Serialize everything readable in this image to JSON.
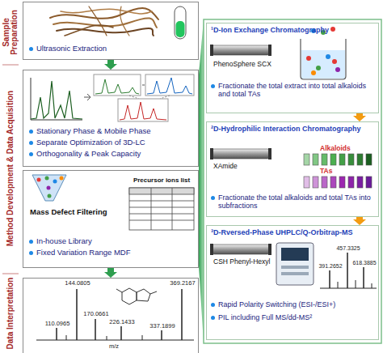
{
  "diagram": {
    "nodes": [
      {
        "text": [
          "Ultrasonic Extraction"
        ]
      },
      {
        "text": [
          "Stationary Phase & Mobile Phase",
          "Separate Optimization of 3D-LC",
          "Orthogonality & Peak Capacity"
        ]
      },
      {
        "text": [
          "Mass Defect Filtering",
          "In-house Library",
          "Fixed Variation Range MDF"
        ]
      },
      {
        "text": [
          "144.0805",
          "369.2167",
          "170.0661",
          "226.1433",
          "110.0965",
          "337.1899",
          "m/z"
        ]
      },
      {
        "text": [
          "¹D-Ion Exchange Chromatography",
          "PhenoSphere SCX",
          "Fractionate the total extract into total alkaloids and total TAs"
        ]
      },
      {
        "text": [
          "²D-Hydrophilic Interaction Chromatography",
          "XAmide",
          "Alkaloids",
          "TAs",
          "Fractionate the total alkaloids and total TAs into subfractions"
        ]
      },
      {
        "text": [
          "³D-Rversed-Phase UHPLC/Q-Orbitrap-MS",
          "CSH Phenyl-Hexyl",
          "457.3325",
          "391.2652",
          "618.3885",
          "Rapid Polarity Switching (ESI-/ESI+)",
          "PIL including Full MS/dd-MS²"
        ]
      }
    ],
    "edges": [
      {
        "from": 0,
        "to": 1,
        "arrow": "to"
      },
      {
        "from": 2,
        "to": 3,
        "arrow": "to"
      },
      {
        "from": 4,
        "to": 5,
        "arrow": "to"
      },
      {
        "from": 5,
        "to": 6,
        "arrow": "to"
      }
    ],
    "labels": [
      "Sample Preparation",
      "Method Development & Data Acquisition",
      "Data Interpretation",
      "Precursor ions list"
    ]
  }
}
